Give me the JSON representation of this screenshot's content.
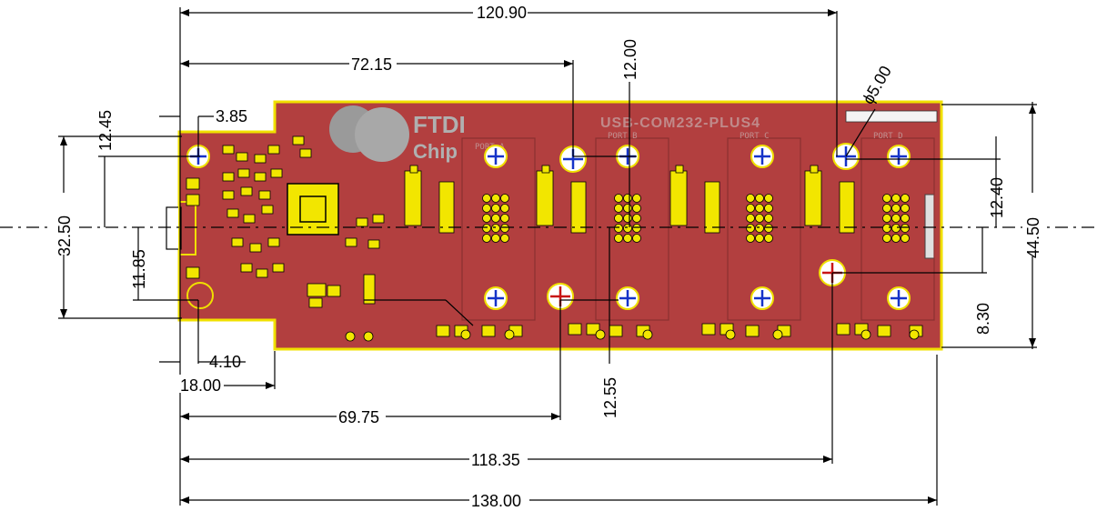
{
  "drawing": {
    "board_title": "USB-COM232-PLUS4",
    "brand_line1": "FTDI",
    "brand_line2": "Chip",
    "ports": [
      "PORT A",
      "PORT B",
      "PORT C",
      "PORT D"
    ],
    "colors": {
      "board": "#b23f3f",
      "outline": "#f0e000",
      "pad": "#f2e600",
      "hole_ring": "#ffffff",
      "hole_mark_blue": "#1533c8",
      "hole_mark_red": "#c81515",
      "dimension": "#000000"
    }
  },
  "dimensions": {
    "d_120_90": "120.90",
    "d_72_15": "72.15",
    "d_12_00": "12.00",
    "d_phi_5_00": "ϕ5.00",
    "d_12_45": "12.45",
    "d_3_85": "3.85",
    "d_32_50": "32.50",
    "d_11_85": "11.85",
    "d_12_40": "12.40",
    "d_44_50": "44.50",
    "d_8_30": "8.30",
    "d_4_10": "4.10",
    "d_18_00": "18.00",
    "d_12_55": "12.55",
    "d_69_75": "69.75",
    "d_118_35": "118.35",
    "d_138_00": "138.00"
  }
}
